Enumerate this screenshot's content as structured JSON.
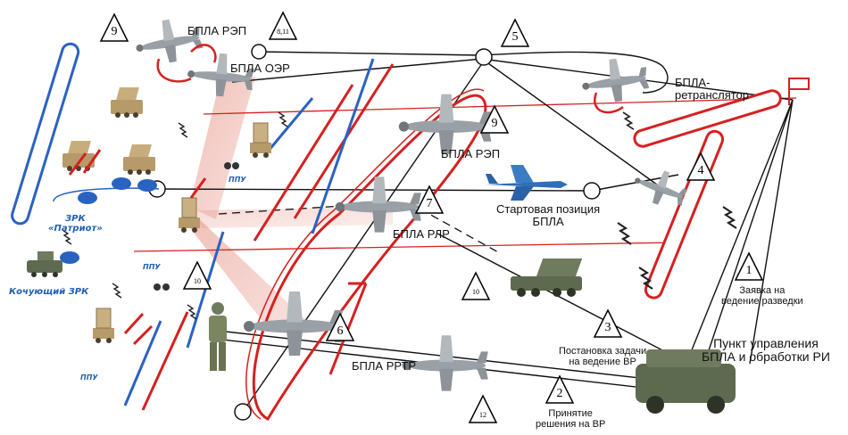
{
  "labels": {
    "uav_ew_top": "БПЛА РЭП",
    "uav_oer": "БПЛА ОЭР",
    "uav_relay": "БПЛА-\nретранслятор",
    "uav_ew_mid": "БПЛА РЭП",
    "launch_pos": "Стартовая позиция\nБПЛА",
    "uav_rlr": "БПЛА РЛР",
    "uav_rrtr": "БПЛА РРТР",
    "request": "Заявка на\nведение разведки",
    "task": "Постановка задачи\nна ведение ВР",
    "decision": "Принятие\nрешения на ВР",
    "control_point": "Пункт управления\nБПЛА и обработки РИ",
    "zrk_patriot": "ЗРК\n«Патриот»",
    "mobile_zrk": "Кочующий ЗРК",
    "ppu_1": "ППУ",
    "ppu_2": "ППУ",
    "ppu_3": "ППУ"
  },
  "badges": {
    "b9_top": "9",
    "b8_11": "8,11",
    "b5": "5",
    "b9_mid": "9",
    "b4": "4",
    "b7": "7",
    "b10_left": "10",
    "b10_mid": "10",
    "b1": "1",
    "b3": "3",
    "b6": "6",
    "b2": "2",
    "b12": "12"
  },
  "colors": {
    "red_zone": "#d62020",
    "blue_zone": "#2a62c2",
    "uav_gray": "#9aa1a6",
    "vehicle_tan": "#b79a6a",
    "vehicle_green": "#5e6a4f",
    "coverage_fill": "#e58b7d"
  }
}
